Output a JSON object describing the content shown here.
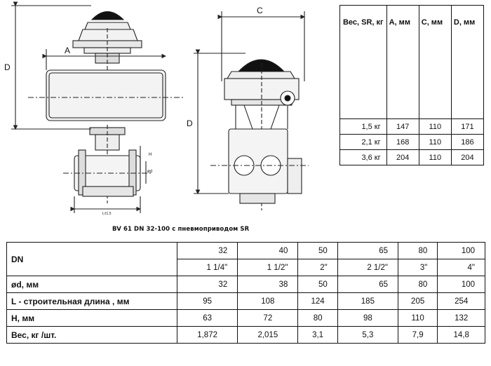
{
  "drawing": {
    "labels": {
      "A": "A",
      "C": "C",
      "D_left": "D",
      "D_right": "D",
      "H": "H",
      "phi_d": "ød",
      "L": "L±1.5"
    },
    "caption": "BV 61 DN 32-100 с пневмоприводом SR"
  },
  "weight_table": {
    "headers": [
      "Вес, SR, кг",
      "A, мм",
      "C, мм",
      "D, мм"
    ],
    "rows": [
      [
        "1,5 кг",
        "147",
        "110",
        "171"
      ],
      [
        "2,1 кг",
        "168",
        "110",
        "186"
      ],
      [
        "3,6 кг",
        "204",
        "110",
        "204"
      ]
    ]
  },
  "spec_table": {
    "dn_label": "DN",
    "dn_values": [
      "32",
      "40",
      "50",
      "65",
      "80",
      "100"
    ],
    "inch_values": [
      "1 1/4\"",
      "1 1/2\"",
      "2\"",
      "2 1/2\"",
      "3\"",
      "4\""
    ],
    "rows": [
      {
        "label": "ød, мм",
        "values": [
          "32",
          "38",
          "50",
          "65",
          "80",
          "100"
        ]
      },
      {
        "label": "L - строительная длина , мм",
        "values": [
          "95",
          "108",
          "124",
          "185",
          "205",
          "254"
        ]
      },
      {
        "label": "H, мм",
        "values": [
          "63",
          "72",
          "80",
          "98",
          "110",
          "132"
        ]
      },
      {
        "label": "Вес, кг /шт.",
        "values": [
          "1,872",
          "2,015",
          "3,1",
          "5,3",
          "7,9",
          "14,8"
        ]
      }
    ]
  }
}
